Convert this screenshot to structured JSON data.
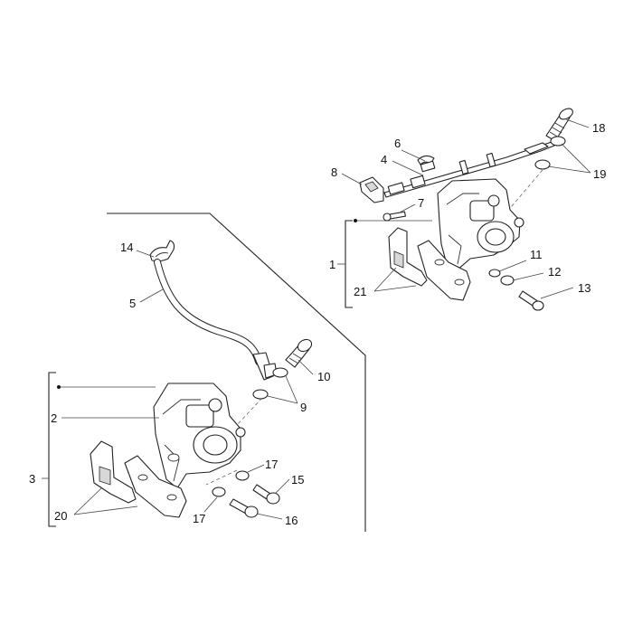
{
  "colors": {
    "line": "#222222",
    "background": "#ffffff"
  },
  "callouts": {
    "c1": "1",
    "c2": "2",
    "c3": "3",
    "c4": "4",
    "c5": "5",
    "c6": "6",
    "c7": "7",
    "c8": "8",
    "c9": "9",
    "c10": "10",
    "c11": "11",
    "c12": "12",
    "c13": "13",
    "c14": "14",
    "c15": "15",
    "c16": "16",
    "c17a": "17",
    "c17b": "17",
    "c18": "18",
    "c19": "19",
    "c20": "20",
    "c21": "21"
  }
}
